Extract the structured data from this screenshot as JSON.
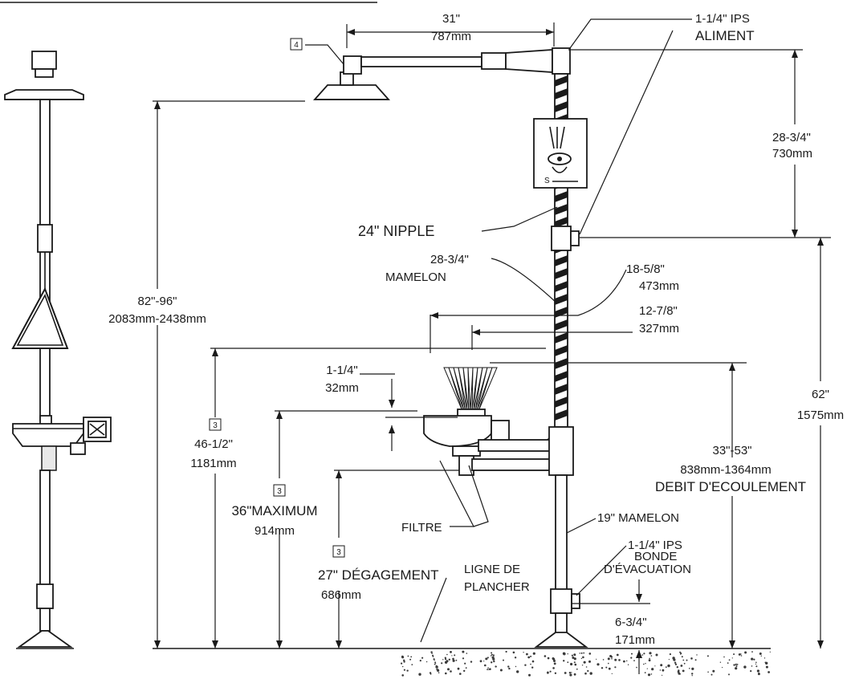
{
  "labels": {
    "arm_length_in": "31\"",
    "arm_length_mm": "787mm",
    "supply_ips": "1-1/4\" IPS",
    "supply_word": "ALIMENT",
    "upper_drop_in": "28-3/4\"",
    "upper_drop_mm": "730mm",
    "nipple_24": "24\" NIPPLE",
    "nipple_28_in": "28-3/4\"",
    "nipple_28_word": "MAMELON",
    "reach_18_in": "18-5/8\"",
    "reach_18_mm": "473mm",
    "reach_12_in": "12-7/8\"",
    "reach_12_mm": "327mm",
    "total_height_in": "82\"-96\"",
    "total_height_mm": "2083mm-2438mm",
    "bowl_rise_in": "1-1/4\"",
    "bowl_rise_mm": "32mm",
    "supply_height_in": "62\"",
    "supply_height_mm": "1575mm",
    "bowl_top_in": "46-1/2\"",
    "bowl_top_mm": "1181mm",
    "flow_in": "33\"-53\"",
    "flow_mm": "838mm-1364mm",
    "flow_word": "DEBIT D'ECOULEMENT",
    "max_in": "36\"MAXIMUM",
    "max_mm": "914mm",
    "filter": "FILTRE",
    "nipple_19": "19\" MAMELON",
    "drain_ips": "1-1/4\" IPS",
    "drain_word1": "BONDE",
    "drain_word2": "D'ÉVACUATION",
    "clear_in": "27\" DÉGAGEMENT",
    "clear_mm": "686mm",
    "floor_line1": "LIGNE DE",
    "floor_line2": "PLANCHER",
    "drain_height_in": "6-3/4\"",
    "drain_height_mm": "171mm"
  },
  "tags": {
    "shower_head": "4",
    "bowl_top": "3",
    "max_height": "3",
    "clearance": "3"
  },
  "colors": {
    "line": "#1a1a1a",
    "background": "#ffffff",
    "fill_light": "#e8e8e8"
  }
}
